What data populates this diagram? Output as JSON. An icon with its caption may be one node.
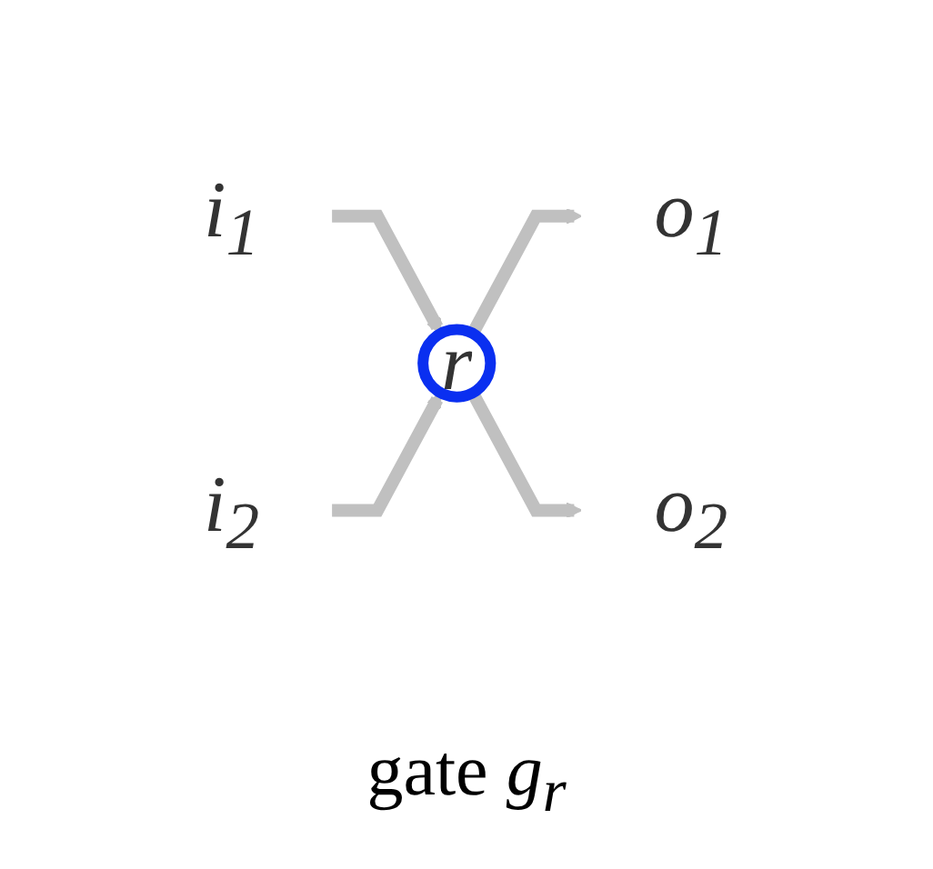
{
  "diagram": {
    "caption": "gate *g*$_{r}$",
    "nodes": [
      {
        "text": [
          "i$_{1}$"
        ]
      },
      {
        "text": [
          "i$_{2}$"
        ]
      },
      {
        "text": [
          "r"
        ]
      },
      {
        "text": [
          "o$_{1}$"
        ]
      },
      {
        "text": [
          "o$_{2}$"
        ]
      }
    ],
    "edges": [
      {
        "from": 0,
        "to": 2,
        "arrow": "to"
      },
      {
        "from": 1,
        "to": 2,
        "arrow": "to"
      },
      {
        "from": 2,
        "to": 3,
        "arrow": "to"
      },
      {
        "from": 2,
        "to": 4,
        "arrow": "to"
      }
    ]
  }
}
